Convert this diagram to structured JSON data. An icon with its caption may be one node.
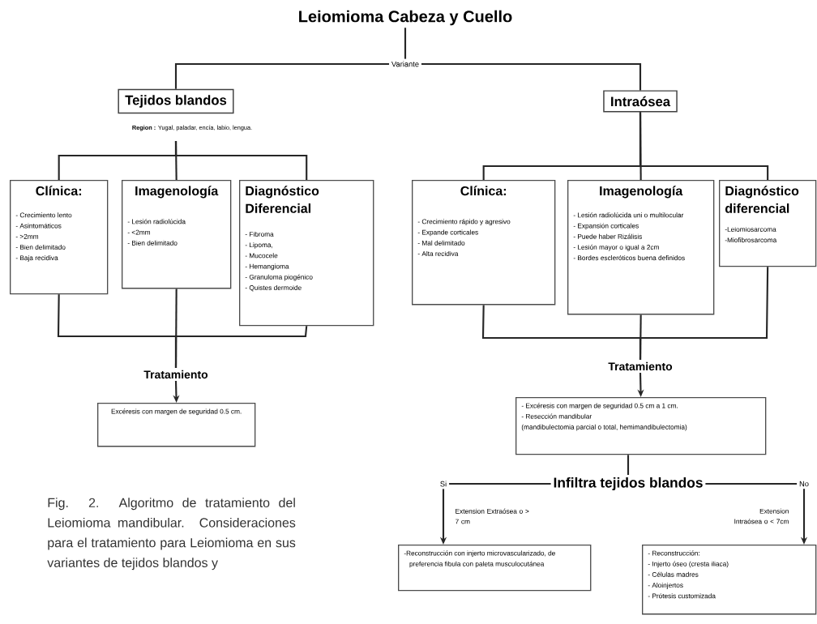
{
  "diagram": {
    "caption": "Fig. 2. Algoritmo de tratamiento del Leiomioma mandibular. Consideraciones para el tratamiento para Leiomioma en sus variantes de tejidos blandos y",
    "nodes": [
      {
        "text": [
          "Leiomioma Cabeza y Cuello"
        ]
      },
      {
        "text": [
          "Variante"
        ]
      },
      {
        "text": [
          "Tejidos blandos"
        ],
        "beside": [
          "**Region :** Yugal, paladar, encía, labio, lengua."
        ]
      },
      {
        "text": [
          "Intraósea"
        ]
      },
      {
        "text": [
          "Clínica:",
          "- Crecimiento lento",
          "- Asintomáticos",
          "- >2mm",
          "- Bien delimitado",
          "- Baja recidiva"
        ]
      },
      {
        "text": [
          "Imagenología",
          "- Lesión radiolúcida",
          "- <2mm",
          "- Bien delimitado"
        ]
      },
      {
        "text": [
          "Diagnóstico Diferencial",
          "- Fibroma",
          "- Lipoma,",
          "- Mucocele",
          "- Hemangioma",
          "- Granuloma piogénico",
          "- Quistes dermoide"
        ]
      },
      {
        "text": [
          "Tratamiento"
        ]
      },
      {
        "text": [
          "Excéresis con margen de seguridad 0.5 cm."
        ]
      },
      {
        "text": [
          "Clínica:",
          "- Crecimiento rápido y agresivo",
          "- Expande corticales",
          "- Mal  delimitado",
          "- Alta recidiva"
        ]
      },
      {
        "text": [
          "Imagenología",
          "- Lesión radiolúcida uni o multilocular",
          "- Expansión corticales",
          "- Puede haber Rizálisis",
          "- Lesión mayor o igual a 2cm",
          "- Bordes escleróticos buena definidos"
        ]
      },
      {
        "text": [
          "Diagnóstico diferencial",
          "-Leiomiosarcoma",
          "-Miofibrosarcoma"
        ]
      },
      {
        "text": [
          "Tratamiento"
        ]
      },
      {
        "text": [
          "- Excéresis con margen de seguridad 0.5 cm a 1 cm.",
          "- Resección mandibular",
          "(mandibulectomia parcial o total, hemimandibulectomia)"
        ]
      },
      {
        "text": [
          "Infiltra tejidos blandos"
        ]
      },
      {
        "text": [
          "Si"
        ]
      },
      {
        "text": [
          "No"
        ]
      },
      {
        "text": [
          "-Reconstrucción con injerto microvascularizado, de preferencia fibula con paleta musculocutánea"
        ]
      },
      {
        "text": [
          "- Reconstrucción:",
          "- Injerto óseo (cresta iliaca)",
          "- Células madres",
          "- Aloinjertos",
          "- Prótesis customizada"
        ]
      }
    ],
    "edges": [
      {
        "from": 0,
        "to": 1,
        "arrow": "none"
      },
      {
        "from": 1,
        "to": 2,
        "arrow": "none"
      },
      {
        "from": 1,
        "to": 3,
        "arrow": "none"
      },
      {
        "from": 2,
        "to": 4,
        "arrow": "none"
      },
      {
        "from": 2,
        "to": 5,
        "arrow": "none"
      },
      {
        "from": 2,
        "to": 6,
        "arrow": "none"
      },
      {
        "from": 3,
        "to": 9,
        "arrow": "none"
      },
      {
        "from": 3,
        "to": 10,
        "arrow": "none"
      },
      {
        "from": 3,
        "to": 11,
        "arrow": "none"
      },
      {
        "from": 4,
        "to": 7,
        "arrow": "none"
      },
      {
        "from": 5,
        "to": 7,
        "arrow": "none"
      },
      {
        "from": 6,
        "to": 7,
        "arrow": "none"
      },
      {
        "from": 9,
        "to": 12,
        "arrow": "none"
      },
      {
        "from": 10,
        "to": 12,
        "arrow": "none"
      },
      {
        "from": 11,
        "to": 12,
        "arrow": "none"
      },
      {
        "from": 7,
        "to": 8,
        "arrow": "to"
      },
      {
        "from": 12,
        "to": 13,
        "arrow": "to"
      },
      {
        "from": 13,
        "to": 14,
        "arrow": "none"
      },
      {
        "from": 14,
        "to": 15,
        "arrow": "none"
      },
      {
        "from": 14,
        "to": 16,
        "arrow": "none"
      },
      {
        "from": 15,
        "to": 17,
        "arrow": "to",
        "label": "Extension Extraósea o > 7 cm"
      },
      {
        "from": 16,
        "to": 18,
        "arrow": "to",
        "label": "Extension Intraósea o < 7cm"
      }
    ]
  }
}
